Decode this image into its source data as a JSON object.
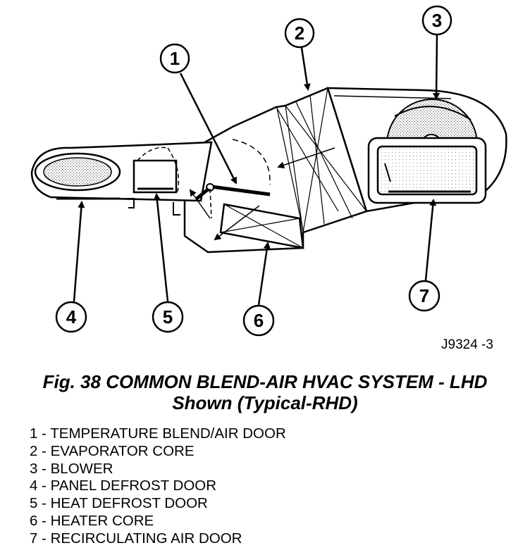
{
  "figure": {
    "ref_code": "J9324 -3",
    "callouts": [
      {
        "num": "1",
        "label": "TEMPERATURE BLEND/AIR DOOR"
      },
      {
        "num": "2",
        "label": "EVAPORATOR CORE"
      },
      {
        "num": "3",
        "label": "BLOWER"
      },
      {
        "num": "4",
        "label": "PANEL DEFROST DOOR"
      },
      {
        "num": "5",
        "label": "HEAT DEFROST DOOR"
      },
      {
        "num": "6",
        "label": "HEATER CORE"
      },
      {
        "num": "7",
        "label": "RECIRCULATING AIR DOOR"
      }
    ]
  },
  "caption": {
    "line1": "Fig. 38 COMMON BLEND-AIR HVAC SYSTEM - LHD",
    "line2": "Shown (Typical-RHD)"
  },
  "legend": [
    "1 - TEMPERATURE BLEND/AIR DOOR",
    "2 - EVAPORATOR CORE",
    "3 - BLOWER",
    "4 - PANEL DEFROST DOOR",
    "5 - HEAT DEFROST DOOR",
    "6 - HEATER CORE",
    "7 - RECIRCULATING AIR DOOR"
  ]
}
